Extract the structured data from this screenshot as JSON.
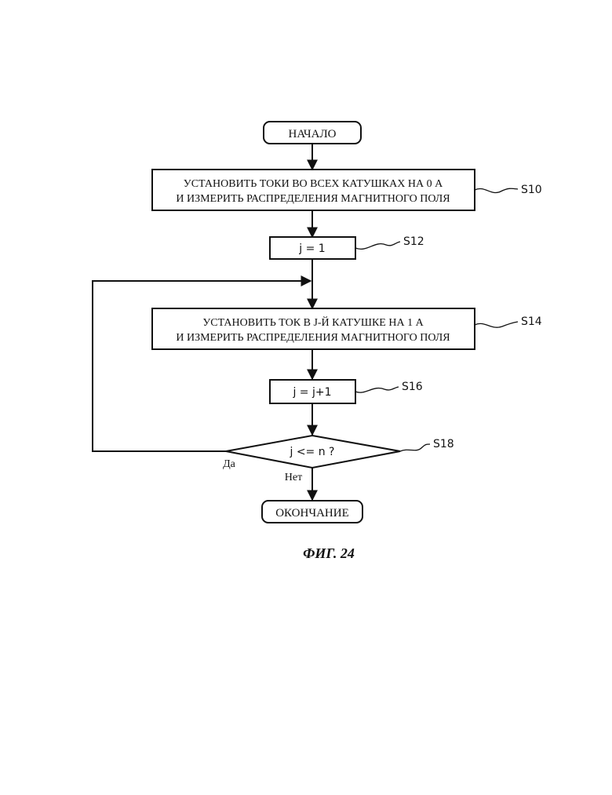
{
  "flowchart": {
    "start": "НАЧАЛО",
    "step_s10": {
      "line1": "УСТАНОВИТЬ ТОКИ ВО ВСЕХ КАТУШКАХ НА 0 А",
      "line2": "И ИЗМЕРИТЬ РАСПРЕДЕЛЕНИЯ МАГНИТНОГО ПОЛЯ",
      "ref": "S10"
    },
    "step_s12": {
      "text": "j = 1",
      "ref": "S12"
    },
    "step_s14": {
      "line1": "УСТАНОВИТЬ ТОК В J-Й КАТУШКЕ НА 1 А",
      "line2": "И ИЗМЕРИТЬ РАСПРЕДЕЛЕНИЯ МАГНИТНОГО ПОЛЯ",
      "ref": "S14"
    },
    "step_s16": {
      "text": "j = j+1",
      "ref": "S16"
    },
    "decision_s18": {
      "text": "j <= n ?",
      "ref": "S18",
      "yes_label": "Да",
      "no_label": "Нет"
    },
    "end": "ОКОНЧАНИЕ"
  },
  "caption": "ФИГ. 24"
}
